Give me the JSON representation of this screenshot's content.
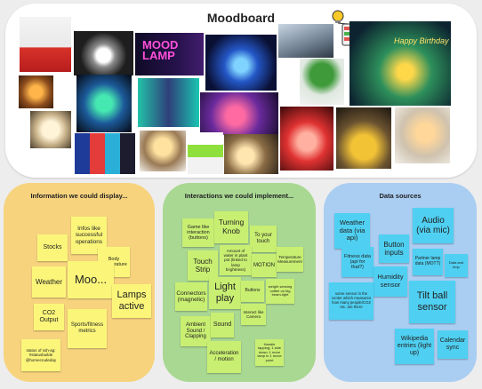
{
  "moodboard": {
    "title": "Moodboard",
    "image_texts": {
      "mood_lamp": "MOOD\nLAMP",
      "happy_birthday": "Happy Birthday"
    }
  },
  "panels": {
    "display": {
      "title": "Information we could display...",
      "notes": [
        "Infos like successful operations",
        "Stocks",
        "Body temperature",
        "Weather",
        "Moo...",
        "CO2 Output",
        "Lamps active",
        "Sports/fitness metrics",
        "status of ssh-ag: #statusbuilde @homecrudeday"
      ]
    },
    "interactions": {
      "title": "Interactions we could implement...",
      "notes": [
        "Game like interaction (buttons)",
        "Turning Knob",
        "To your touch",
        "Touch Strip",
        "Amount of water in plant pot (linked to lamp brightness)",
        "MOTION",
        "Temperature Measurement",
        "Connectors (magnetic)",
        "Light play",
        "Buttons",
        "weight sensing coffee on big beam-light",
        "Interact like Camera",
        "Ambient Sound / Clapping",
        "Sound",
        "Acceleration / motion",
        "Handle tapping; 1 side down: 1 more lamp in 1 move point"
      ]
    },
    "sources": {
      "title": "Data sources",
      "notes": [
        "Weather data (via api)",
        "Audio (via mic)",
        "Fitness data (api for that?)",
        "Button inputs",
        "Partner lamp data (MOTT)",
        "Data and timp",
        "Humidity sensor",
        "some sensor in the center which measures how many people/CO2 etc. are there",
        "Tilt ball sensor",
        "Wikipedia entries (light up)",
        "Calendar sync"
      ]
    }
  },
  "colors": {
    "display_panel": "#f7d37e",
    "interactions_panel": "#a9d893",
    "sources_panel": "#aacdf2",
    "yellow_note": "#fbf67a",
    "green_note": "#c9ef72",
    "blue_note": "#4fd0f2"
  }
}
